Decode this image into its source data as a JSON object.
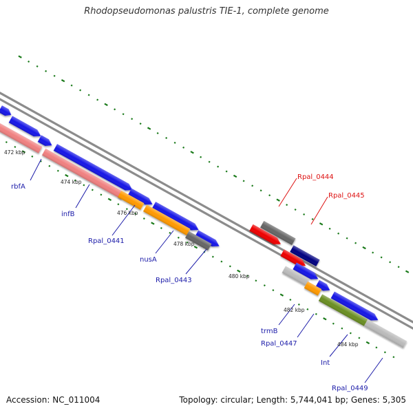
{
  "title": "Rhodopseudomonas palustris TIE-1, complete genome",
  "footer": {
    "accession_label": "Accession:",
    "accession": "NC_011004",
    "summary": "Topology: circular; Length: 5,744,041 bp; Genes: 5,305"
  },
  "colors": {
    "backbone": "#8c8c8c",
    "tick": "#1a7a1a",
    "label_blue": "#1a1aa8",
    "label_red": "#dd1111",
    "cds_blue": "#1414e6",
    "rrna_pink": "#f08080",
    "orange": "#ff9900",
    "dark_gray": "#666666",
    "light_gray": "#bbbbbb",
    "red": "#ee0000",
    "navy": "#000080",
    "olive": "#6b8e23"
  },
  "scale": {
    "unit": "kbp",
    "labels": [
      {
        "kbp": 472,
        "text": "472 kbp"
      },
      {
        "kbp": 474,
        "text": "474 kbp"
      },
      {
        "kbp": 476,
        "text": "476 kbp"
      },
      {
        "kbp": 478,
        "text": "478 kbp"
      },
      {
        "kbp": 480,
        "text": "480 kbp"
      },
      {
        "kbp": 482,
        "text": "482 kbp"
      },
      {
        "kbp": 484,
        "text": "484 kbp"
      }
    ]
  },
  "genes": [
    {
      "name": "rbfA",
      "color": "label_blue"
    },
    {
      "name": "infB",
      "color": "label_blue"
    },
    {
      "name": "Rpal_0441",
      "color": "label_blue"
    },
    {
      "name": "nusA",
      "color": "label_blue"
    },
    {
      "name": "Rpal_0443",
      "color": "label_blue"
    },
    {
      "name": "Rpal_0444",
      "color": "label_red"
    },
    {
      "name": "Rpal_0445",
      "color": "label_red"
    },
    {
      "name": "trmB",
      "color": "label_blue"
    },
    {
      "name": "Rpal_0447",
      "color": "label_blue"
    },
    {
      "name": "Int",
      "color": "label_blue"
    },
    {
      "name": "Rpal_0449",
      "color": "label_blue"
    }
  ]
}
